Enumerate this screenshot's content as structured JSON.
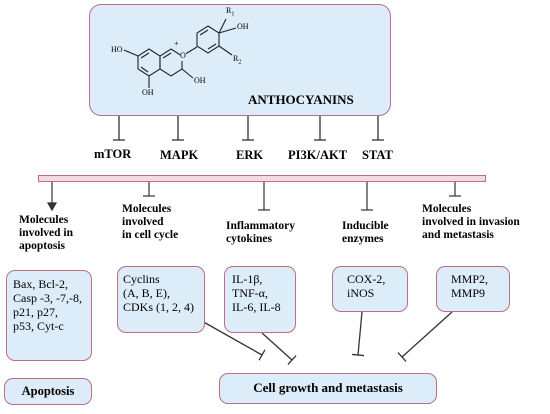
{
  "molecule": {
    "name": "ANTHOCYANINS",
    "atoms": [
      "R",
      "1",
      "OH",
      "R",
      "2",
      "HO",
      "+",
      "O",
      "OH",
      "OH"
    ]
  },
  "targets": [
    "mTOR",
    "MAPK",
    "ERK",
    "PI3K/AKT",
    "STAT"
  ],
  "categories": [
    "Molecules involved in apoptosis",
    "Molecules involved in cell cycle",
    "Inflammatory cytokines",
    "Inducible enzymes",
    "Molecules involved in invasion and metastasis"
  ],
  "category_lines": [
    [
      "Molecules",
      "involved in",
      "apoptosis"
    ],
    [
      "Molecules",
      "involved",
      "in cell cycle"
    ],
    [
      "Inflammatory",
      "cytokines"
    ],
    [
      "Inducible",
      "enzymes"
    ],
    [
      "Molecules",
      "involved in invasion",
      "and metastasis"
    ]
  ],
  "member_lines": [
    [
      "Bax, Bcl-2,",
      "Casp -3, -7,-8,",
      "p21, p27,",
      "p53, Cyt-c"
    ],
    [
      "Cyclins",
      "(A, B, E),",
      "CDKs (1, 2, 4)"
    ],
    [
      "IL-1β,",
      "TNF-α,",
      "IL-6, IL-8"
    ],
    [
      "COX-2,",
      "iNOS"
    ],
    [
      "MMP2,",
      "MMP9"
    ]
  ],
  "outcomes": {
    "apoptosis": "Apoptosis",
    "growth": "Cell growth and metastasis"
  },
  "colors": {
    "box_fill": "#dcecf8",
    "box_border": "#c06b86",
    "bar_fill": "#f3d9e2",
    "line": "#333333"
  }
}
